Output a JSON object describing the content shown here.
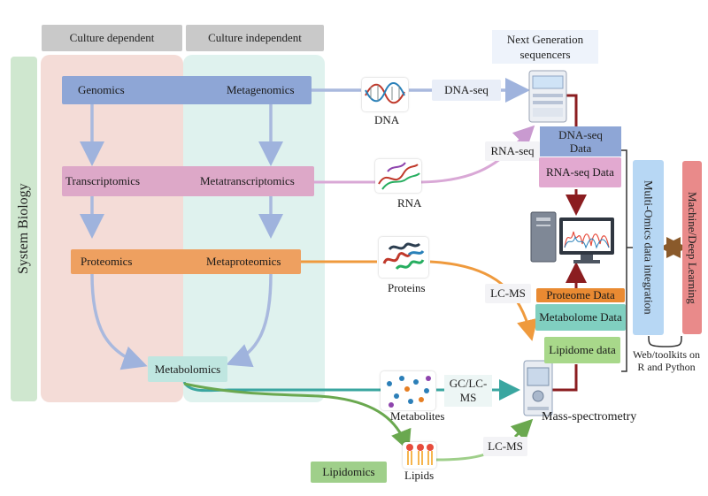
{
  "headers": {
    "culture_dependent": "Culture dependent",
    "culture_independent": "Culture independent"
  },
  "side_label": "System Biology",
  "omics": {
    "genomics": "Genomics",
    "metagenomics": "Metagenomics",
    "transcriptomics": "Transcriptomics",
    "metatranscriptomics": "Metatranscriptomics",
    "proteomics": "Proteomics",
    "metaproteomics": "Metaproteomics",
    "metabolomics": "Metabolomics",
    "lipidomics": "Lipidomics"
  },
  "molecules": {
    "dna": "DNA",
    "rna": "RNA",
    "proteins": "Proteins",
    "metabolites": "Metabolites",
    "lipids": "Lipids"
  },
  "methods": {
    "dna_seq": "DNA-seq",
    "rna_seq": "RNA-seq",
    "lc_ms_1": "LC-MS",
    "gc_lc_ms_line1": "GC/LC-",
    "gc_lc_ms_line2": "MS",
    "lc_ms_2": "LC-MS"
  },
  "instruments": {
    "ngs_line1": "Next Generation",
    "ngs_line2": "sequencers",
    "mass_spec": "Mass-spectrometry"
  },
  "data_boxes": {
    "dna_seq_data_line1": "DNA-seq",
    "dna_seq_data_line2": "Data",
    "rna_seq_data": "RNA-seq Data",
    "proteome_data": "Proteome Data",
    "metabolome_data": "Metabolome Data",
    "lipidome_data": "Lipidome data"
  },
  "integration": {
    "multi_omics": "Multi-Omics data integration",
    "ml": "Machine/Deep Learning",
    "toolkit_line1": "Web/toolkits on",
    "toolkit_line2": "R and Python"
  },
  "colors": {
    "genomics": "#8ea6d6",
    "transcriptomics": "#d9a2c4",
    "proteomics": "#eea060",
    "metabolomics": "#bfe6e0",
    "lipidomics": "#9fcf8a",
    "multi_omics": "#b7d7f4",
    "ml": "#e98a8a",
    "dark_red": "#8b1d20",
    "brown": "#8a5a2b"
  }
}
